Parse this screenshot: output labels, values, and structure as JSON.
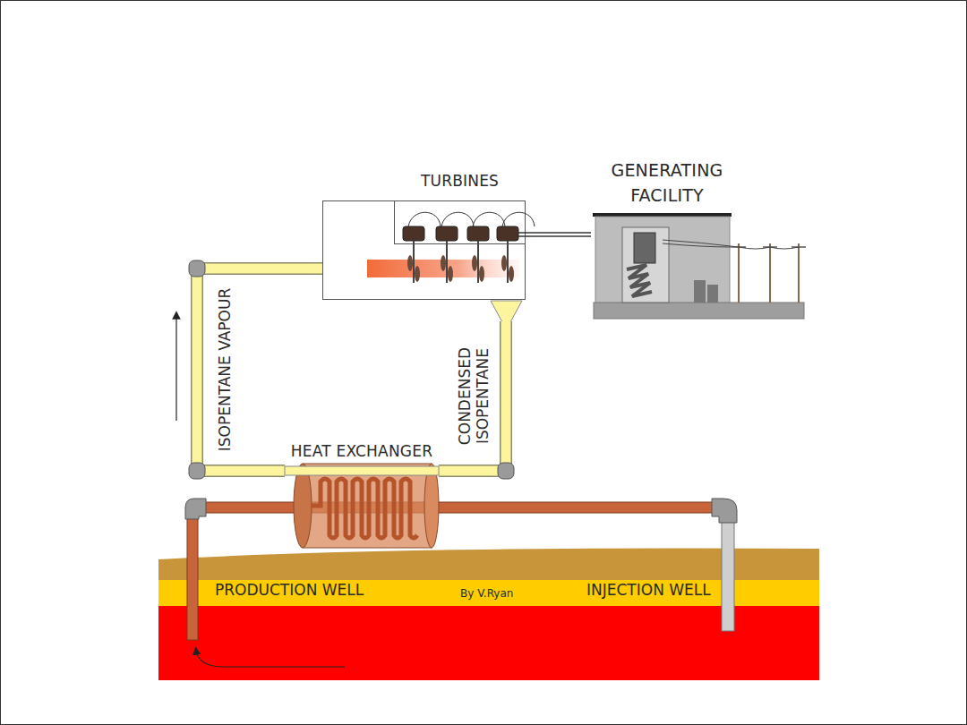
{
  "diagram": {
    "nodes": [
      {
        "text": [
          "TURBINES"
        ]
      },
      {
        "text": [
          "GENERATING FACILITY"
        ]
      },
      {
        "text": [
          "HEAT EXCHANGER"
        ]
      }
    ],
    "edges": [
      {
        "from": 2,
        "to": 0,
        "arrow": "none",
        "label": "ISOPENTANE VAPOUR"
      },
      {
        "from": 0,
        "to": 2,
        "arrow": "none",
        "label": "CONDENSED ISOPENTANE"
      },
      {
        "from": 0,
        "to": 1,
        "arrow": "none"
      }
    ],
    "labels": [
      "PRODUCTION WELL",
      "By V.Ryan",
      "INJECTION WELL"
    ]
  }
}
